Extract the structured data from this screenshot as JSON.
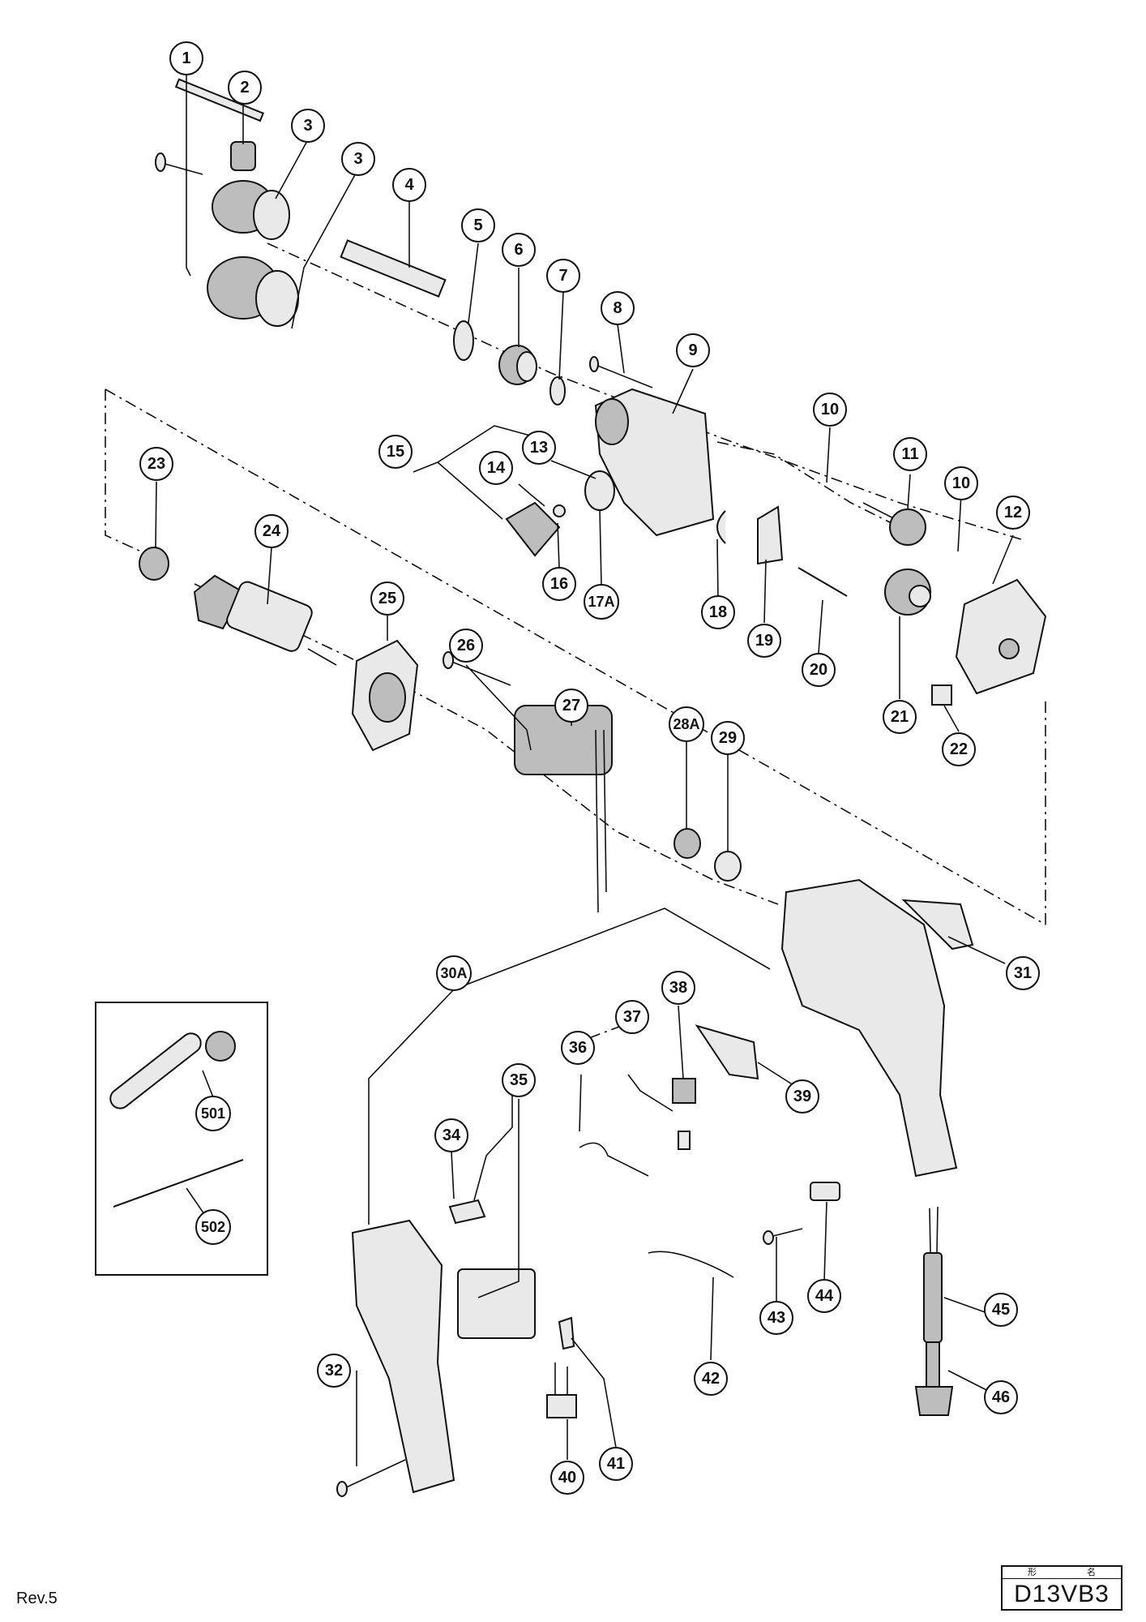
{
  "diagram": {
    "parts": [
      {
        "id": "p1",
        "label": "1"
      },
      {
        "id": "p2",
        "label": "2"
      },
      {
        "id": "p3a",
        "label": "3"
      },
      {
        "id": "p3b",
        "label": "3"
      },
      {
        "id": "p4",
        "label": "4"
      },
      {
        "id": "p5",
        "label": "5"
      },
      {
        "id": "p6",
        "label": "6"
      },
      {
        "id": "p7",
        "label": "7"
      },
      {
        "id": "p8",
        "label": "8"
      },
      {
        "id": "p9",
        "label": "9"
      },
      {
        "id": "p10a",
        "label": "10"
      },
      {
        "id": "p10b",
        "label": "10"
      },
      {
        "id": "p11",
        "label": "11"
      },
      {
        "id": "p12",
        "label": "12"
      },
      {
        "id": "p13",
        "label": "13"
      },
      {
        "id": "p14",
        "label": "14"
      },
      {
        "id": "p15",
        "label": "15"
      },
      {
        "id": "p16",
        "label": "16"
      },
      {
        "id": "p17a",
        "label": "17A"
      },
      {
        "id": "p18",
        "label": "18"
      },
      {
        "id": "p19",
        "label": "19"
      },
      {
        "id": "p20",
        "label": "20"
      },
      {
        "id": "p21",
        "label": "21"
      },
      {
        "id": "p22",
        "label": "22"
      },
      {
        "id": "p23",
        "label": "23"
      },
      {
        "id": "p24",
        "label": "24"
      },
      {
        "id": "p25",
        "label": "25"
      },
      {
        "id": "p26",
        "label": "26"
      },
      {
        "id": "p27",
        "label": "27"
      },
      {
        "id": "p28a",
        "label": "28A"
      },
      {
        "id": "p29",
        "label": "29"
      },
      {
        "id": "p30a",
        "label": "30A"
      },
      {
        "id": "p31",
        "label": "31"
      },
      {
        "id": "p32",
        "label": "32"
      },
      {
        "id": "p34",
        "label": "34"
      },
      {
        "id": "p35",
        "label": "35"
      },
      {
        "id": "p36",
        "label": "36"
      },
      {
        "id": "p37",
        "label": "37"
      },
      {
        "id": "p38",
        "label": "38"
      },
      {
        "id": "p39",
        "label": "39"
      },
      {
        "id": "p40",
        "label": "40"
      },
      {
        "id": "p41",
        "label": "41"
      },
      {
        "id": "p42",
        "label": "42"
      },
      {
        "id": "p43",
        "label": "43"
      },
      {
        "id": "p44",
        "label": "44"
      },
      {
        "id": "p45",
        "label": "45"
      },
      {
        "id": "p46",
        "label": "46"
      },
      {
        "id": "p501",
        "label": "501"
      },
      {
        "id": "p502",
        "label": "502"
      }
    ]
  },
  "footer": {
    "revision": "Rev.5",
    "model_header_left": "形",
    "model_header_right": "名",
    "model_name": "D13VB3"
  }
}
